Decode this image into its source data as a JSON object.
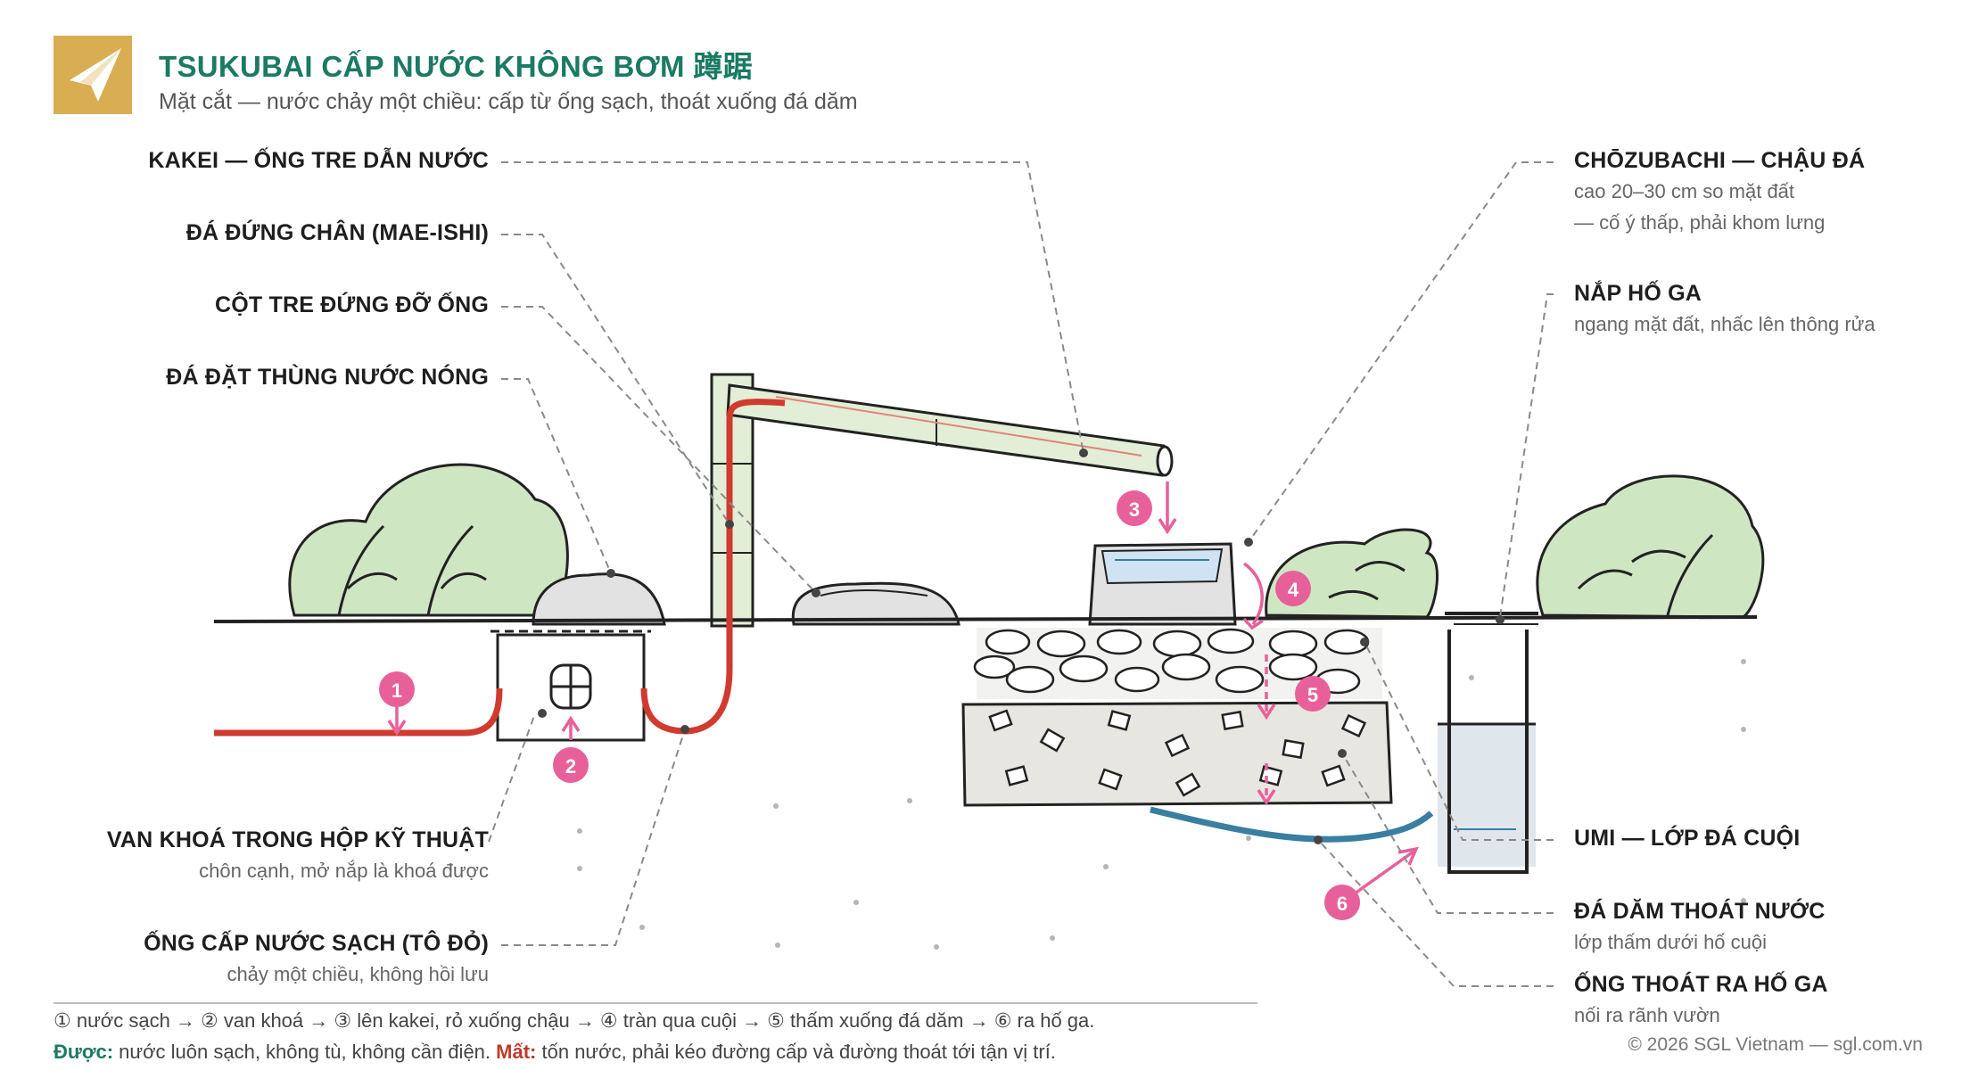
{
  "header": {
    "title": "TSUKUBAI CẤP NƯỚC KHÔNG BƠM 蹲踞",
    "subtitle": "Mặt cắt — nước chảy một chiều: cấp từ ống sạch, thoát xuống đá dăm"
  },
  "labels": {
    "kakei": "KAKEI — ỐNG TRE DẪN NƯỚC",
    "maeishi": "ĐÁ ĐỨNG CHÂN (MAE-ISHI)",
    "bamboo_post": "CỘT TRE ĐỨNG ĐỠ ỐNG",
    "hot_water_stone": "ĐÁ ĐẶT THÙNG NƯỚC NÓNG",
    "valve": {
      "title": "VAN KHOÁ TRONG HỘP KỸ THUẬT",
      "note": "chôn cạnh, mở nắp là khoá được"
    },
    "supply_pipe": {
      "title": "ỐNG CẤP NƯỚC SẠCH (TÔ ĐỎ)",
      "note": "chảy một chiều, không hồi lưu"
    },
    "chozubachi": {
      "title": "CHŌZUBACHI — CHẬU ĐÁ",
      "note1": "cao 20–30 cm so mặt đất",
      "note2": "— cố ý thấp, phải khom lưng"
    },
    "manhole_cover": {
      "title": "NẮP HỐ GA",
      "note": "ngang mặt đất, nhấc lên thông rửa"
    },
    "umi": "UMI — LỚP ĐÁ CUỘI",
    "gravel": {
      "title": "ĐÁ DĂM THOÁT NƯỚC",
      "note": "lớp thấm dưới hố cuội"
    },
    "drain_pipe": {
      "title": "ỐNG THOÁT RA HỐ GA",
      "note": "nối ra rãnh vườn"
    }
  },
  "markers": [
    "1",
    "2",
    "3",
    "4",
    "5",
    "6"
  ],
  "footer": {
    "steps": "① nước sạch → ② van khoá → ③ lên kakei, rỏ xuống chậu → ④ tràn qua cuội → ⑤ thấm xuống đá dăm → ⑥ ra hố ga.",
    "pros_label": "Được:",
    "pros": "nước luôn sạch, không tù, không cần điện.",
    "cons_label": "Mất:",
    "cons": "tốn nước, phải kéo đường cấp và đường thoát tới tận vị trí.",
    "copyright": "© 2026 SGL Vietnam — sgl.com.vn"
  },
  "colors": {
    "accent": "#1b7a63",
    "logo": "#d9ad52",
    "supply_pipe": "#d13a2e",
    "drain_pipe": "#3a7ea1",
    "marker": "#e8609a",
    "foliage": "#cfe6c2",
    "stone": "#e2e2e2",
    "water": "#cfe3f2"
  }
}
